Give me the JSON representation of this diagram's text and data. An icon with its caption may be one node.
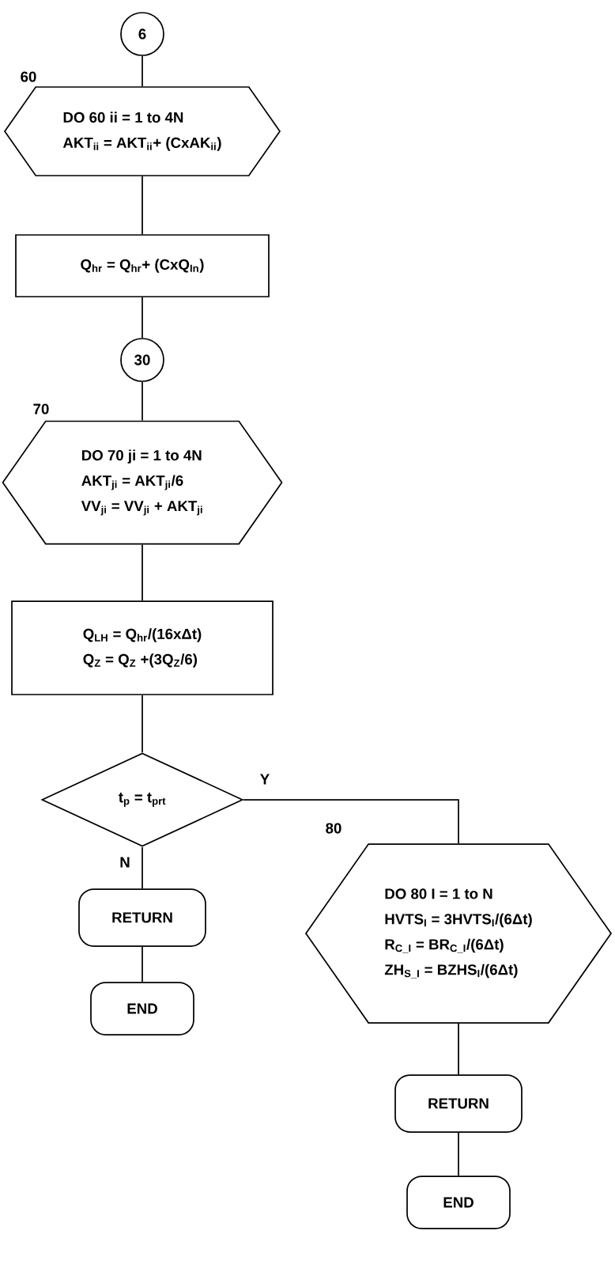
{
  "diagram": {
    "nodes": [
      {
        "text": [
          "6"
        ]
      },
      {
        "text": [
          "DO 60 ii = 1 to 4N",
          "AKT$_{ii}$ = AKT$_{ii}$+ (CxAK$_{ii}$)"
        ],
        "beside": [
          "60"
        ]
      },
      {
        "text": [
          "Q$_{hr}$ = Q$_{hr}$+ (CxQ$_{In}$)"
        ]
      },
      {
        "text": [
          "30"
        ]
      },
      {
        "text": [
          "DO 70 ji = 1 to 4N",
          "AKT$_{ji}$ = AKT$_{ji}$/6",
          "VV$_{ji}$ = VV$_{ji}$ + AKT$_{ji}$"
        ],
        "beside": [
          "70"
        ]
      },
      {
        "text": [
          "Q$_{LH}$ = Q$_{hr}$/(16xΔt)",
          "Q$_{Z}$ = Q$_{Z}$ +(3Q$_{Z}$/6)"
        ]
      },
      {
        "text": [
          "t$_{p}$ = t$_{prt}$"
        ]
      },
      {
        "text": [
          "RETURN"
        ]
      },
      {
        "text": [
          "END"
        ]
      },
      {
        "text": [
          "DO 80 I = 1 to N",
          "HVTS$_{I}$ = 3HVTS$_{I}$/(6Δt)",
          "R$_{C_I}$ = BR$_{C_I}$/(6Δt)",
          "ZH$_{S_I}$ = BZHS$_{I}$/(6Δt)"
        ],
        "beside": [
          "80"
        ]
      },
      {
        "text": [
          "RETURN"
        ]
      },
      {
        "text": [
          "END"
        ]
      }
    ],
    "edges": [
      {
        "from": 0,
        "to": 1,
        "arrow": "none"
      },
      {
        "from": 1,
        "to": 2,
        "arrow": "none"
      },
      {
        "from": 2,
        "to": 3,
        "arrow": "none"
      },
      {
        "from": 3,
        "to": 4,
        "arrow": "none"
      },
      {
        "from": 4,
        "to": 5,
        "arrow": "none"
      },
      {
        "from": 5,
        "to": 6,
        "arrow": "none"
      },
      {
        "from": 6,
        "to": 7,
        "label": "N",
        "arrow": "none"
      },
      {
        "from": 7,
        "to": 8,
        "arrow": "none"
      },
      {
        "from": 6,
        "to": 9,
        "label": "Y",
        "arrow": "none"
      },
      {
        "from": 9,
        "to": 10,
        "arrow": "none"
      },
      {
        "from": 10,
        "to": 11,
        "arrow": "none"
      }
    ]
  }
}
